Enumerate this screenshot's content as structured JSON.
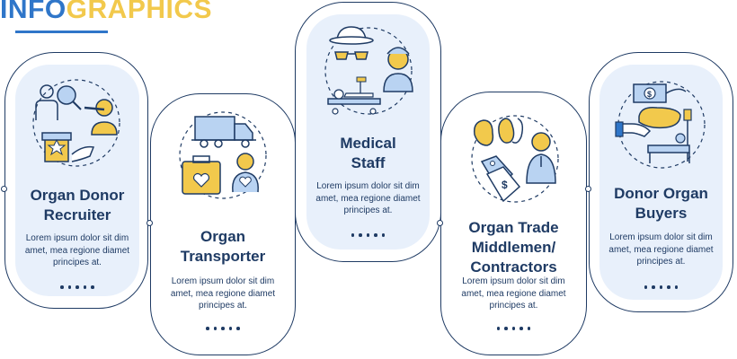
{
  "header": {
    "part1": "INFO",
    "part2": "GRAPHICS"
  },
  "cards": [
    {
      "title_line1": "Organ Donor",
      "title_line2": "Recruiter",
      "text_line1": "Lorem ipsum dolor sit dim",
      "text_line2": "amet, mea regione diamet",
      "text_line3": "principes at."
    },
    {
      "title_line1": "Organ",
      "title_line2": "Transporter",
      "text_line1": "Lorem ipsum dolor sit dim",
      "text_line2": "amet, mea regione diamet",
      "text_line3": "principes at."
    },
    {
      "title_line1": "Medical",
      "title_line2": "Staff",
      "text_line1": "Lorem ipsum dolor sit dim",
      "text_line2": "amet, mea regione diamet",
      "text_line3": "principes at."
    },
    {
      "title_line1": "Organ Trade",
      "title_line2": "Middlemen/",
      "title_line3": "Contractors",
      "text_line1": "Lorem ipsum dolor sit dim",
      "text_line2": "amet, mea regione diamet",
      "text_line3": "principes at."
    },
    {
      "title_line1": "Donor Organ",
      "title_line2": "Buyers",
      "text_line1": "Lorem ipsum dolor sit dim",
      "text_line2": "amet, mea regione diamet",
      "text_line3": "principes at."
    }
  ],
  "icons": [
    "recruiter-icon",
    "transporter-icon",
    "medical-staff-icon",
    "middlemen-icon",
    "buyers-icon"
  ],
  "colors": {
    "navy": "#1f3b64",
    "blue": "#2f76c9",
    "yellow": "#f2c94c",
    "panel": "#e8f0fb"
  }
}
